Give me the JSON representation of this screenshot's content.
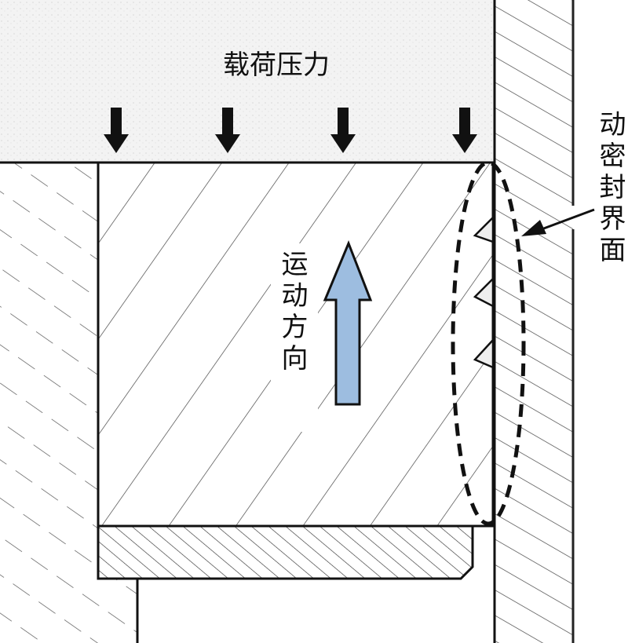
{
  "labels": {
    "load_pressure": "载荷压力",
    "motion_direction": "运动方向",
    "dynamic_seal_interface": "动密封界面"
  },
  "colors": {
    "motion_arrow": "#9dbde0",
    "stipple_bg": "#f1f1f1",
    "line": "#111111"
  },
  "icons": {
    "load_arrows": [
      "arrow-down-icon",
      "arrow-down-icon",
      "arrow-down-icon",
      "arrow-down-icon"
    ],
    "motion_arrow": "arrow-up-icon"
  }
}
